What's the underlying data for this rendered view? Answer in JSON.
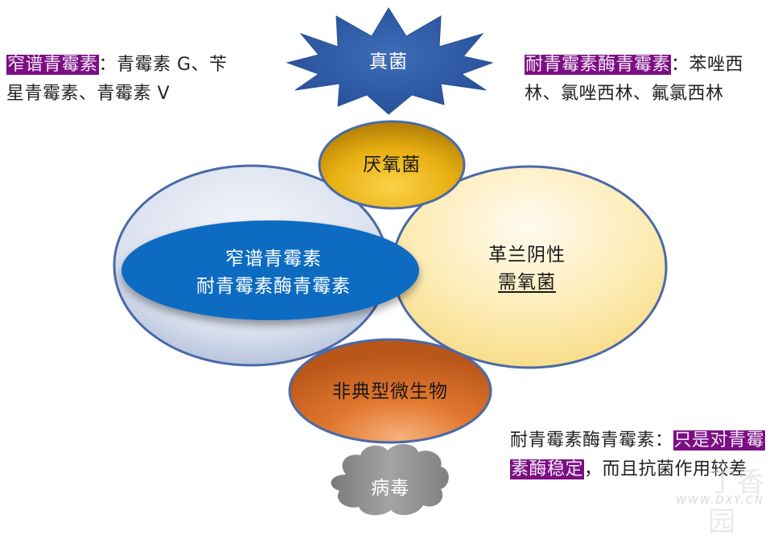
{
  "notes": {
    "top_left": {
      "highlight": "窄谱青霉素",
      "line1_rest": "：青霉素 G、苄",
      "line2": "星青霉素、青霉素 V"
    },
    "top_right": {
      "highlight": "耐青霉素酶青霉素",
      "line1_rest": "：苯唑西",
      "line2": "林、氯唑西林、氟氯西林"
    },
    "bottom_right": {
      "line1_plain": "耐青霉素酶青霉素：",
      "line1_highlight": "只是对青霉",
      "line2_highlight": "素酶稳定",
      "line2_rest": "，而且抗菌作用较差"
    }
  },
  "shapes": {
    "fungi": {
      "label": "真菌",
      "shape": "star",
      "color": "#2f5ea8"
    },
    "anaerobes": {
      "label": "厌氧菌",
      "shape": "ellipse",
      "color": "#e8b010"
    },
    "gram_positive": {
      "label": "",
      "shape": "ellipse",
      "color": "#d6deef"
    },
    "narrow_spectrum": {
      "line1": "窄谱青霉素",
      "line2": "耐青霉素酶青霉素",
      "shape": "ellipse",
      "color": "#0b6cc1"
    },
    "gram_negative": {
      "line1": "革兰阴性",
      "line2": "需氧菌",
      "shape": "ellipse",
      "color": "#fbe6a6"
    },
    "atypical": {
      "label": "非典型微生物",
      "shape": "ellipse",
      "color": "#dd7027"
    },
    "virus": {
      "label": "病毒",
      "shape": "cloud",
      "color": "#8f8f8f"
    }
  },
  "colors": {
    "highlight_bg": "#7b0f82",
    "outline": "#4a6aa8"
  },
  "watermark": {
    "cn": "丁香园",
    "url": "WWW.DXY.CN"
  }
}
